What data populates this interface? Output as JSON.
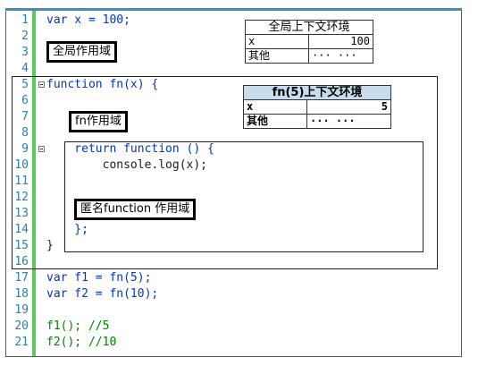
{
  "lines": [
    {
      "no": "1",
      "text": "var x = 100;"
    },
    {
      "no": "2",
      "text": ""
    },
    {
      "no": "3",
      "text": ""
    },
    {
      "no": "4",
      "text": ""
    },
    {
      "no": "5",
      "text": "function fn(x) {"
    },
    {
      "no": "6",
      "text": ""
    },
    {
      "no": "7",
      "text": ""
    },
    {
      "no": "8",
      "text": ""
    },
    {
      "no": "9",
      "text": "    return function () {"
    },
    {
      "no": "10",
      "text": "        console.log(x);"
    },
    {
      "no": "11",
      "text": ""
    },
    {
      "no": "12",
      "text": ""
    },
    {
      "no": "13",
      "text": ""
    },
    {
      "no": "14",
      "text": "    };"
    },
    {
      "no": "15",
      "text": "}"
    },
    {
      "no": "16",
      "text": ""
    },
    {
      "no": "17",
      "text": "var f1 = fn(5);"
    },
    {
      "no": "18",
      "text": "var f2 = fn(10);"
    },
    {
      "no": "19",
      "text": ""
    },
    {
      "no": "20",
      "text": "f1(); //5"
    },
    {
      "no": "21",
      "text": "f2(); //10"
    }
  ],
  "labels": {
    "global_scope": "全局作用域",
    "fn_scope": "fn作用域",
    "anon_scope": "匿名function 作用域"
  },
  "global_context": {
    "title": "全局上下文环境",
    "rows": [
      {
        "key": "x",
        "value": "100"
      },
      {
        "key": "其他",
        "value": "··· ···"
      }
    ]
  },
  "fn_context": {
    "title": "fn(5)上下文环境",
    "rows": [
      {
        "key": "x",
        "value": "5"
      },
      {
        "key": "其他",
        "value": "··· ···"
      }
    ]
  }
}
